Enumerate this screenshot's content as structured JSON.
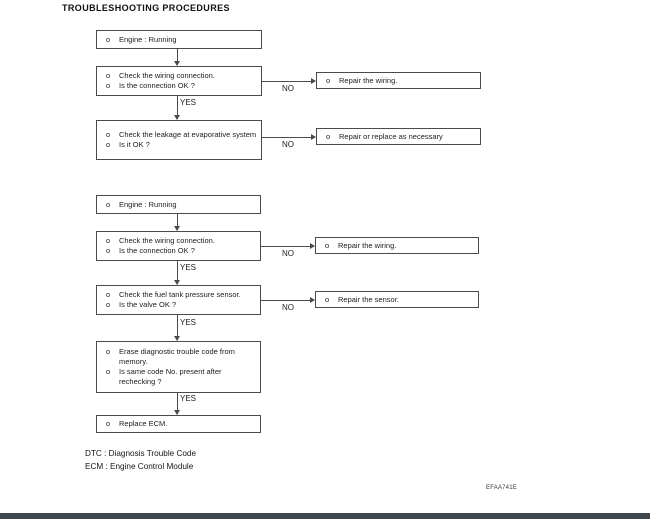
{
  "title": "TROUBLESHOOTING PROCEDURES",
  "bullet": "o",
  "labels": {
    "yes": "YES",
    "no": "NO"
  },
  "flow1": {
    "step1": {
      "items": [
        "Engine : Running"
      ]
    },
    "step2": {
      "items": [
        "Check the wiring connection.",
        "Is the connection OK ?"
      ]
    },
    "step2_no": {
      "items": [
        "Repair the wiring."
      ]
    },
    "step3": {
      "items": [
        "Check the leakage at evaporative system",
        "Is it OK ?"
      ]
    },
    "step3_no": {
      "items": [
        "Repair or replace as necessary"
      ]
    }
  },
  "flow2": {
    "step1": {
      "items": [
        "Engine : Running"
      ]
    },
    "step2": {
      "items": [
        "Check the wiring connection.",
        "Is the connection OK ?"
      ]
    },
    "step2_no": {
      "items": [
        "Repair the wiring."
      ]
    },
    "step3": {
      "items": [
        "Check the fuel tank pressure sensor.",
        "Is the valve OK ?"
      ]
    },
    "step3_no": {
      "items": [
        "Repair the sensor."
      ]
    },
    "step4": {
      "items": [
        "Erase diagnostic trouble code from memory.",
        "Is same code No. present after rechecking ?"
      ]
    },
    "step5": {
      "items": [
        "Replace ECM."
      ]
    }
  },
  "footnotes": [
    "DTC : Diagnosis Trouble Code",
    "ECM : Engine Control Module"
  ],
  "figure_code": "EFAA741E",
  "colors": {
    "line": "#4a4a4a",
    "text": "#1c1c1c",
    "bottom_bar": "#3d474d"
  }
}
